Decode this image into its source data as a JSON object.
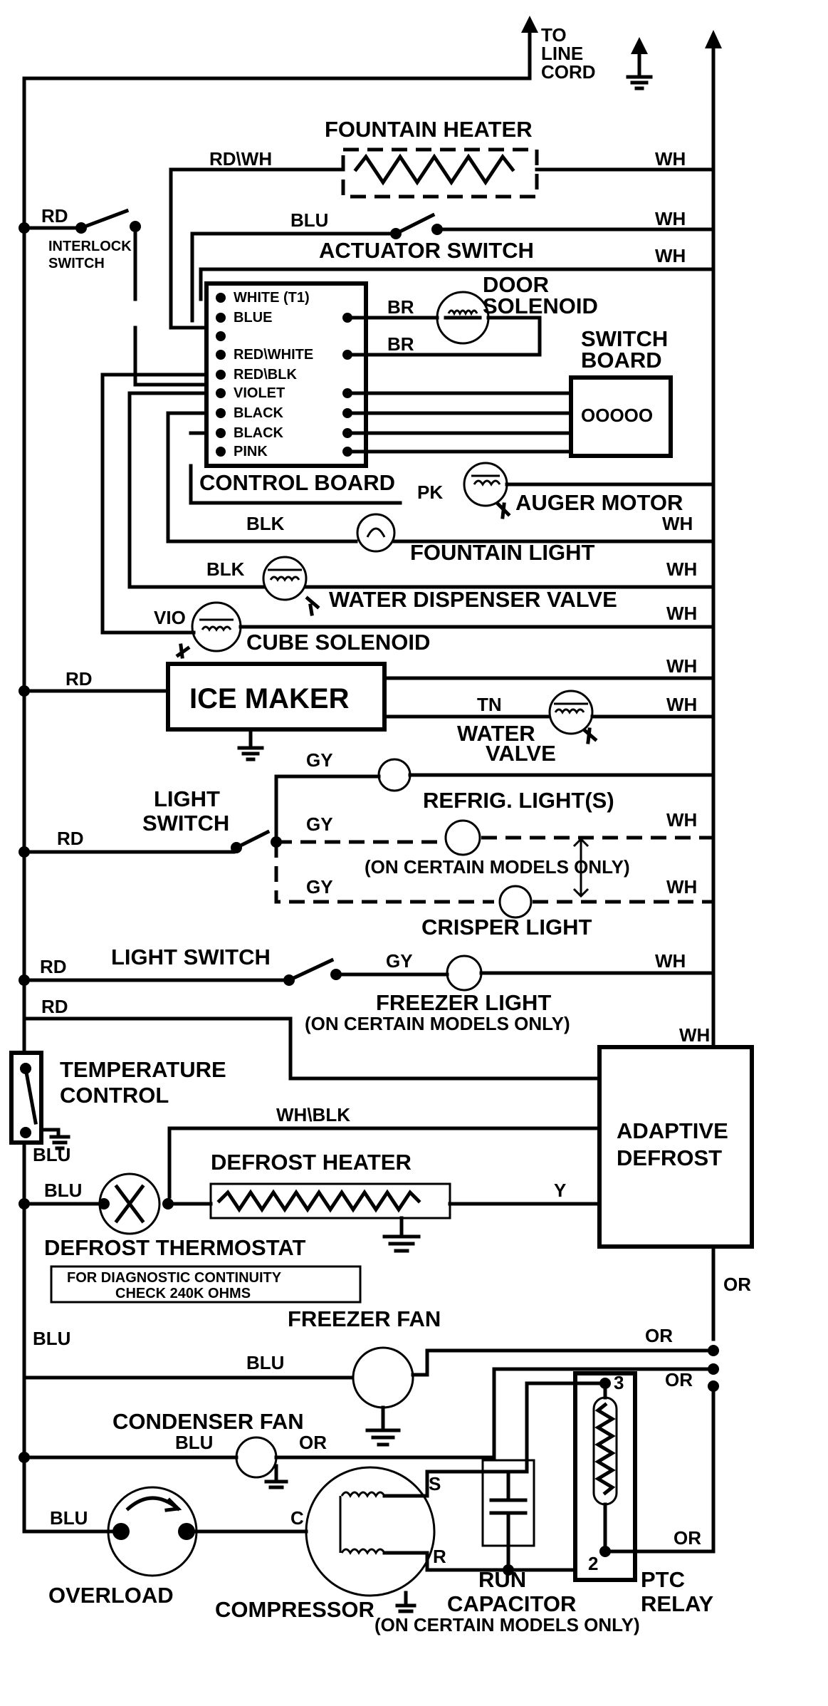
{
  "supply": {
    "to_line_cord": [
      "TO",
      "LINE",
      "CORD"
    ]
  },
  "components": {
    "fountain_heater": "FOUNTAIN HEATER",
    "interlock_switch": [
      "INTERLOCK",
      "SWITCH"
    ],
    "actuator_switch": "ACTUATOR SWITCH",
    "door_solenoid": [
      "DOOR",
      "SOLENOID"
    ],
    "switch_board": [
      "SWITCH",
      "BOARD"
    ],
    "switch_board_buttons": "OOOOO",
    "control_board": "CONTROL BOARD",
    "control_board_terminals": [
      "WHITE (T1)",
      "BLUE",
      "RED\\WHITE",
      "RED\\BLK",
      "VIOLET",
      "BLACK",
      "BLACK",
      "PINK"
    ],
    "auger_motor": "AUGER MOTOR",
    "fountain_light": "FOUNTAIN LIGHT",
    "water_dispenser_valve": "WATER DISPENSER VALVE",
    "cube_solenoid": "CUBE SOLENOID",
    "ice_maker": "ICE MAKER",
    "water_valve": [
      "WATER",
      "VALVE"
    ],
    "light_switch_refrig": [
      "LIGHT",
      "SWITCH"
    ],
    "refrig_lights": "REFRIG. LIGHT(S)",
    "on_certain_models": "(ON CERTAIN MODELS ONLY)",
    "crisper_light": "CRISPER LIGHT",
    "light_switch_freezer": "LIGHT SWITCH",
    "freezer_light": "FREEZER LIGHT",
    "freezer_light_note": "(ON CERTAIN MODELS ONLY)",
    "temperature_control": [
      "TEMPERATURE",
      "CONTROL"
    ],
    "adaptive_defrost": [
      "ADAPTIVE",
      "DEFROST"
    ],
    "defrost_heater": "DEFROST HEATER",
    "defrost_thermostat": "DEFROST THERMOSTAT",
    "diagnostic_note": [
      "FOR DIAGNOSTIC CONTINUITY",
      "CHECK 240K OHMS"
    ],
    "freezer_fan": "FREEZER FAN",
    "condenser_fan": "CONDENSER FAN",
    "overload": "OVERLOAD",
    "compressor": "COMPRESSOR",
    "run_capacitor": [
      "RUN",
      "CAPACITOR"
    ],
    "run_capacitor_note": "(ON CERTAIN MODELS ONLY)",
    "ptc_relay": [
      "PTC",
      "RELAY"
    ],
    "compressor_terminals": {
      "s": "S",
      "c": "C",
      "r": "R"
    },
    "relay_terminals": {
      "t3": "3",
      "t2": "2"
    }
  },
  "wire_colors": {
    "rdwh": "RD\\WH",
    "rd": "RD",
    "blu": "BLU",
    "wh": "WH",
    "br": "BR",
    "pk": "PK",
    "blk": "BLK",
    "vio": "VIO",
    "tn": "TN",
    "gy": "GY",
    "whblk": "WH\\BLK",
    "y": "Y",
    "or": "OR"
  }
}
